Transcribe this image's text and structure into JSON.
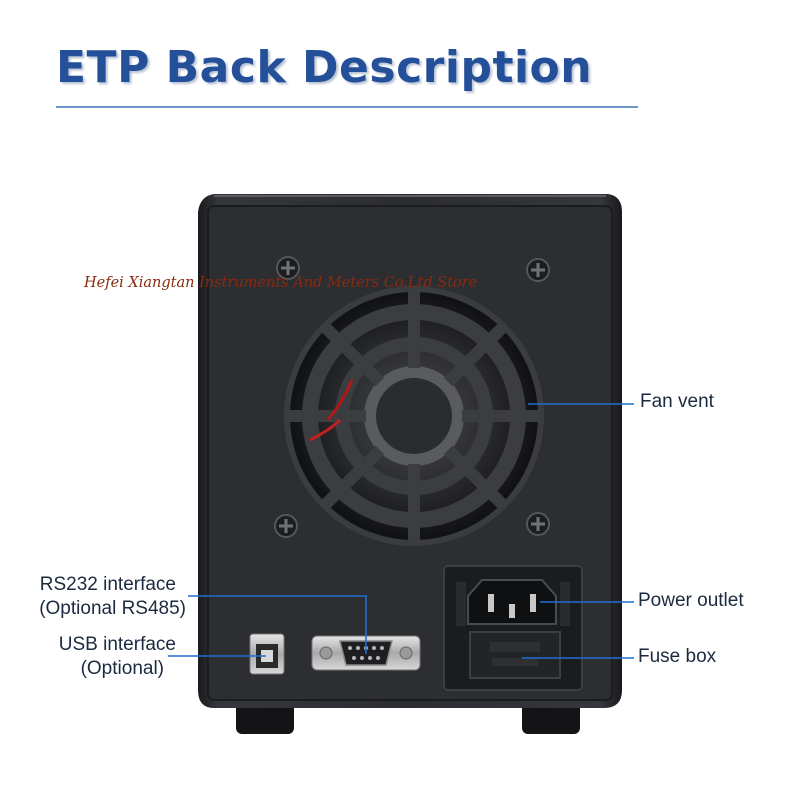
{
  "title": "ETP Back Description",
  "watermark": "Hefei Xiangtan Instruments And Meters Co.Ltd Store",
  "callouts": {
    "fan_vent": "Fan vent",
    "power_outlet": "Power outlet",
    "fuse_box": "Fuse box",
    "rs232_line1": "RS232 interface",
    "rs232_line2": "(Optional RS485)",
    "usb_line1": "USB interface",
    "usb_line2": "(Optional)"
  },
  "colors": {
    "title": "#24509a",
    "callout_line": "#1f6fd0",
    "panel": "#2b2c30",
    "watermark": "#8a2a0e"
  },
  "icons": [
    "screw-icon",
    "fan-grille-icon",
    "db9-port-icon",
    "usb-b-port-icon",
    "iec-power-socket-icon",
    "fuse-drawer-icon"
  ]
}
